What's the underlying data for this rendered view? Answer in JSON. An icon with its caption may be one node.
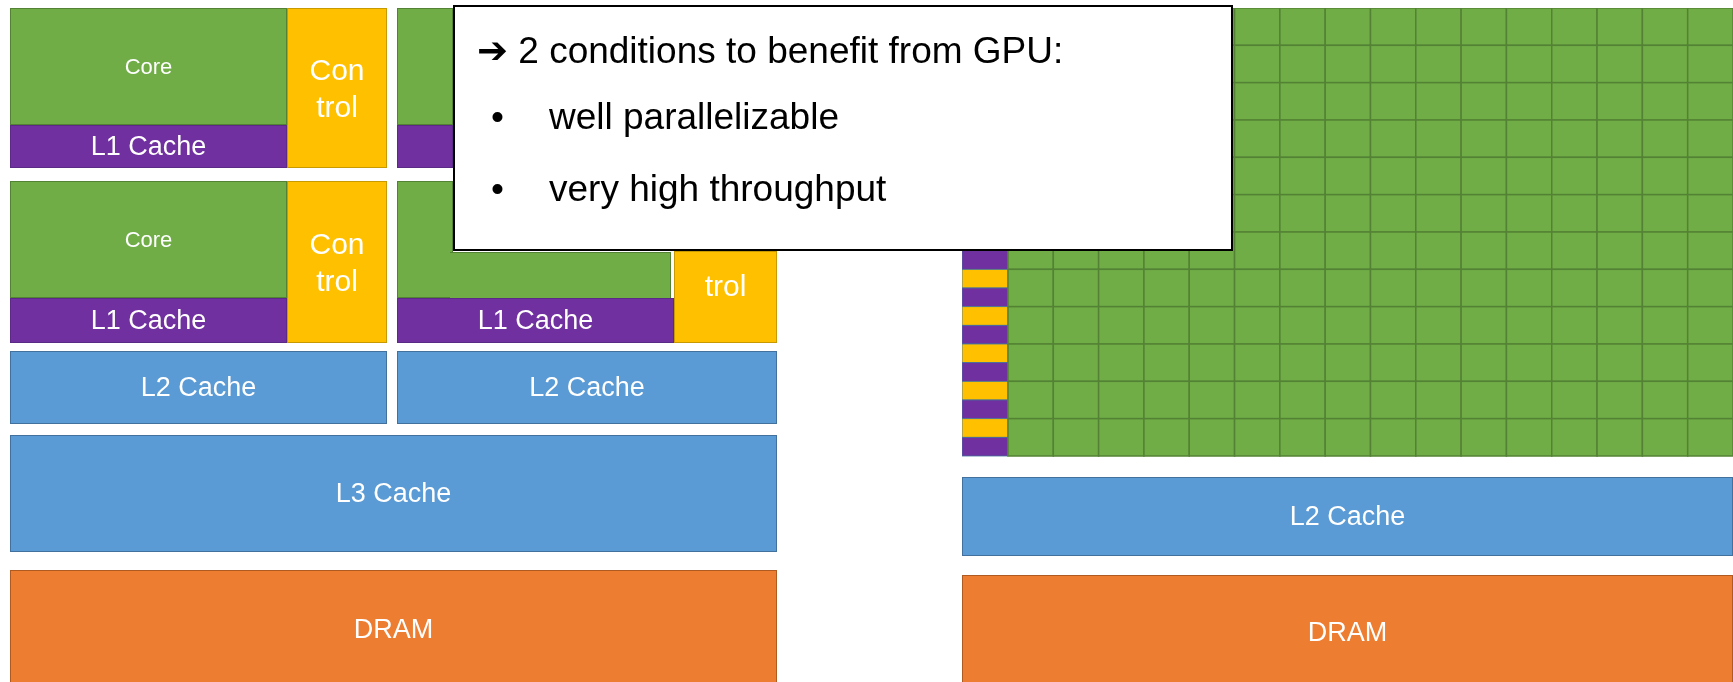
{
  "diagram": {
    "nodes": [
      {
        "text": [
          "Core"
        ]
      },
      {
        "text": [
          "L1 Cache"
        ]
      },
      {
        "text": [
          "Con trol"
        ]
      },
      {
        "text": [],
        "shape": "box"
      },
      {
        "text": [],
        "shape": "box"
      },
      {
        "text": [
          "Core"
        ]
      },
      {
        "text": [
          "L1 Cache"
        ]
      },
      {
        "text": [
          "Con trol"
        ]
      },
      {
        "text": [],
        "shape": "box"
      },
      {
        "text": [
          "L1 Cache"
        ]
      },
      {
        "text": [
          "trol"
        ]
      },
      {
        "text": [
          "L2 Cache"
        ]
      },
      {
        "text": [
          "L2 Cache"
        ]
      },
      {
        "text": [
          "L3 Cache"
        ]
      },
      {
        "text": [
          "DRAM"
        ]
      },
      {
        "text": [
          "L2 Cache"
        ]
      },
      {
        "text": [
          "DRAM"
        ]
      },
      {
        "text": [
          "➔ 2 conditions to benefit from GPU:",
          "•",
          "well parallelizable",
          "•",
          "very high throughput"
        ]
      }
    ]
  }
}
